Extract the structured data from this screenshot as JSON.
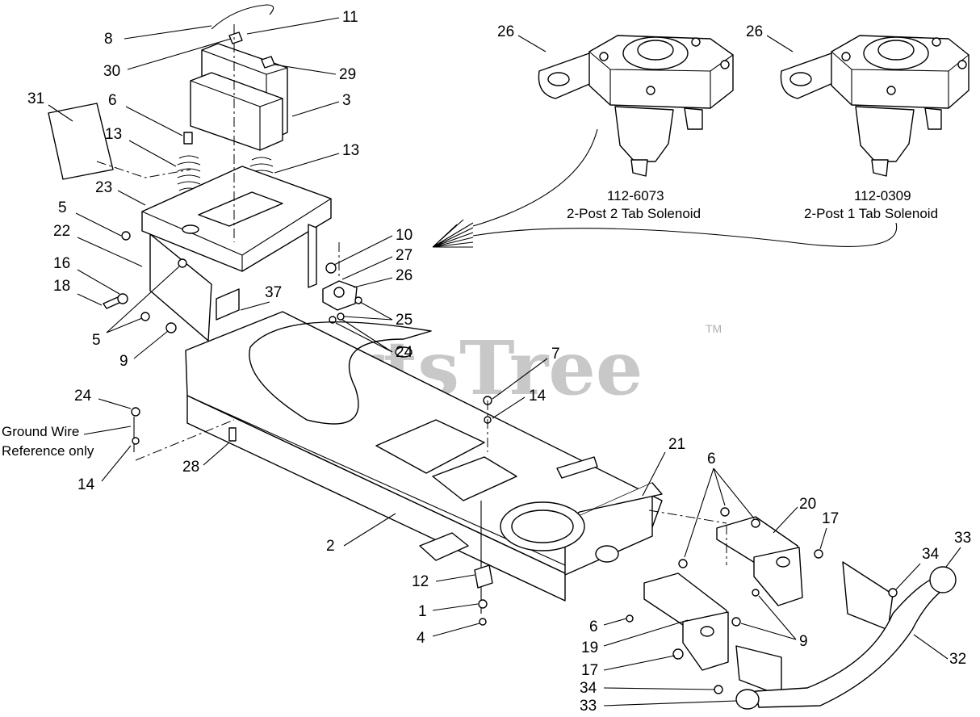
{
  "watermark": {
    "text": "PartsTree",
    "trademark": "TM"
  },
  "solenoids": [
    {
      "part": "26",
      "number": "112-6073",
      "description": "2-Post 2 Tab Solenoid"
    },
    {
      "part": "26",
      "number": "112-0309",
      "description": "2-Post 1 Tab Solenoid"
    }
  ],
  "ground_note": {
    "line1": "Ground Wire",
    "line2": "Reference only"
  },
  "callouts": {
    "c8": "8",
    "c11": "11",
    "c30": "30",
    "c29": "29",
    "c3": "3",
    "c31": "31",
    "c6a": "6",
    "c13a": "13",
    "c13b": "13",
    "c23": "23",
    "c5a": "5",
    "c22": "22",
    "c16": "16",
    "c18": "18",
    "c5b": "5",
    "c9a": "9",
    "c37": "37",
    "c10": "10",
    "c27": "27",
    "c26c": "26",
    "c25": "25",
    "c24a": "24",
    "c7": "7",
    "c14a": "14",
    "c24b": "24",
    "c14b": "14",
    "c28": "28",
    "c2": "2",
    "c21": "21",
    "c6b": "6",
    "c20": "20",
    "c17a": "17",
    "c33a": "33",
    "c34a": "34",
    "c12": "12",
    "c1": "1",
    "c4": "4",
    "c6c": "6",
    "c9b": "9",
    "c19": "19",
    "c17b": "17",
    "c32": "32",
    "c34b": "34",
    "c33b": "33",
    "c26a": "26",
    "c26b": "26"
  }
}
